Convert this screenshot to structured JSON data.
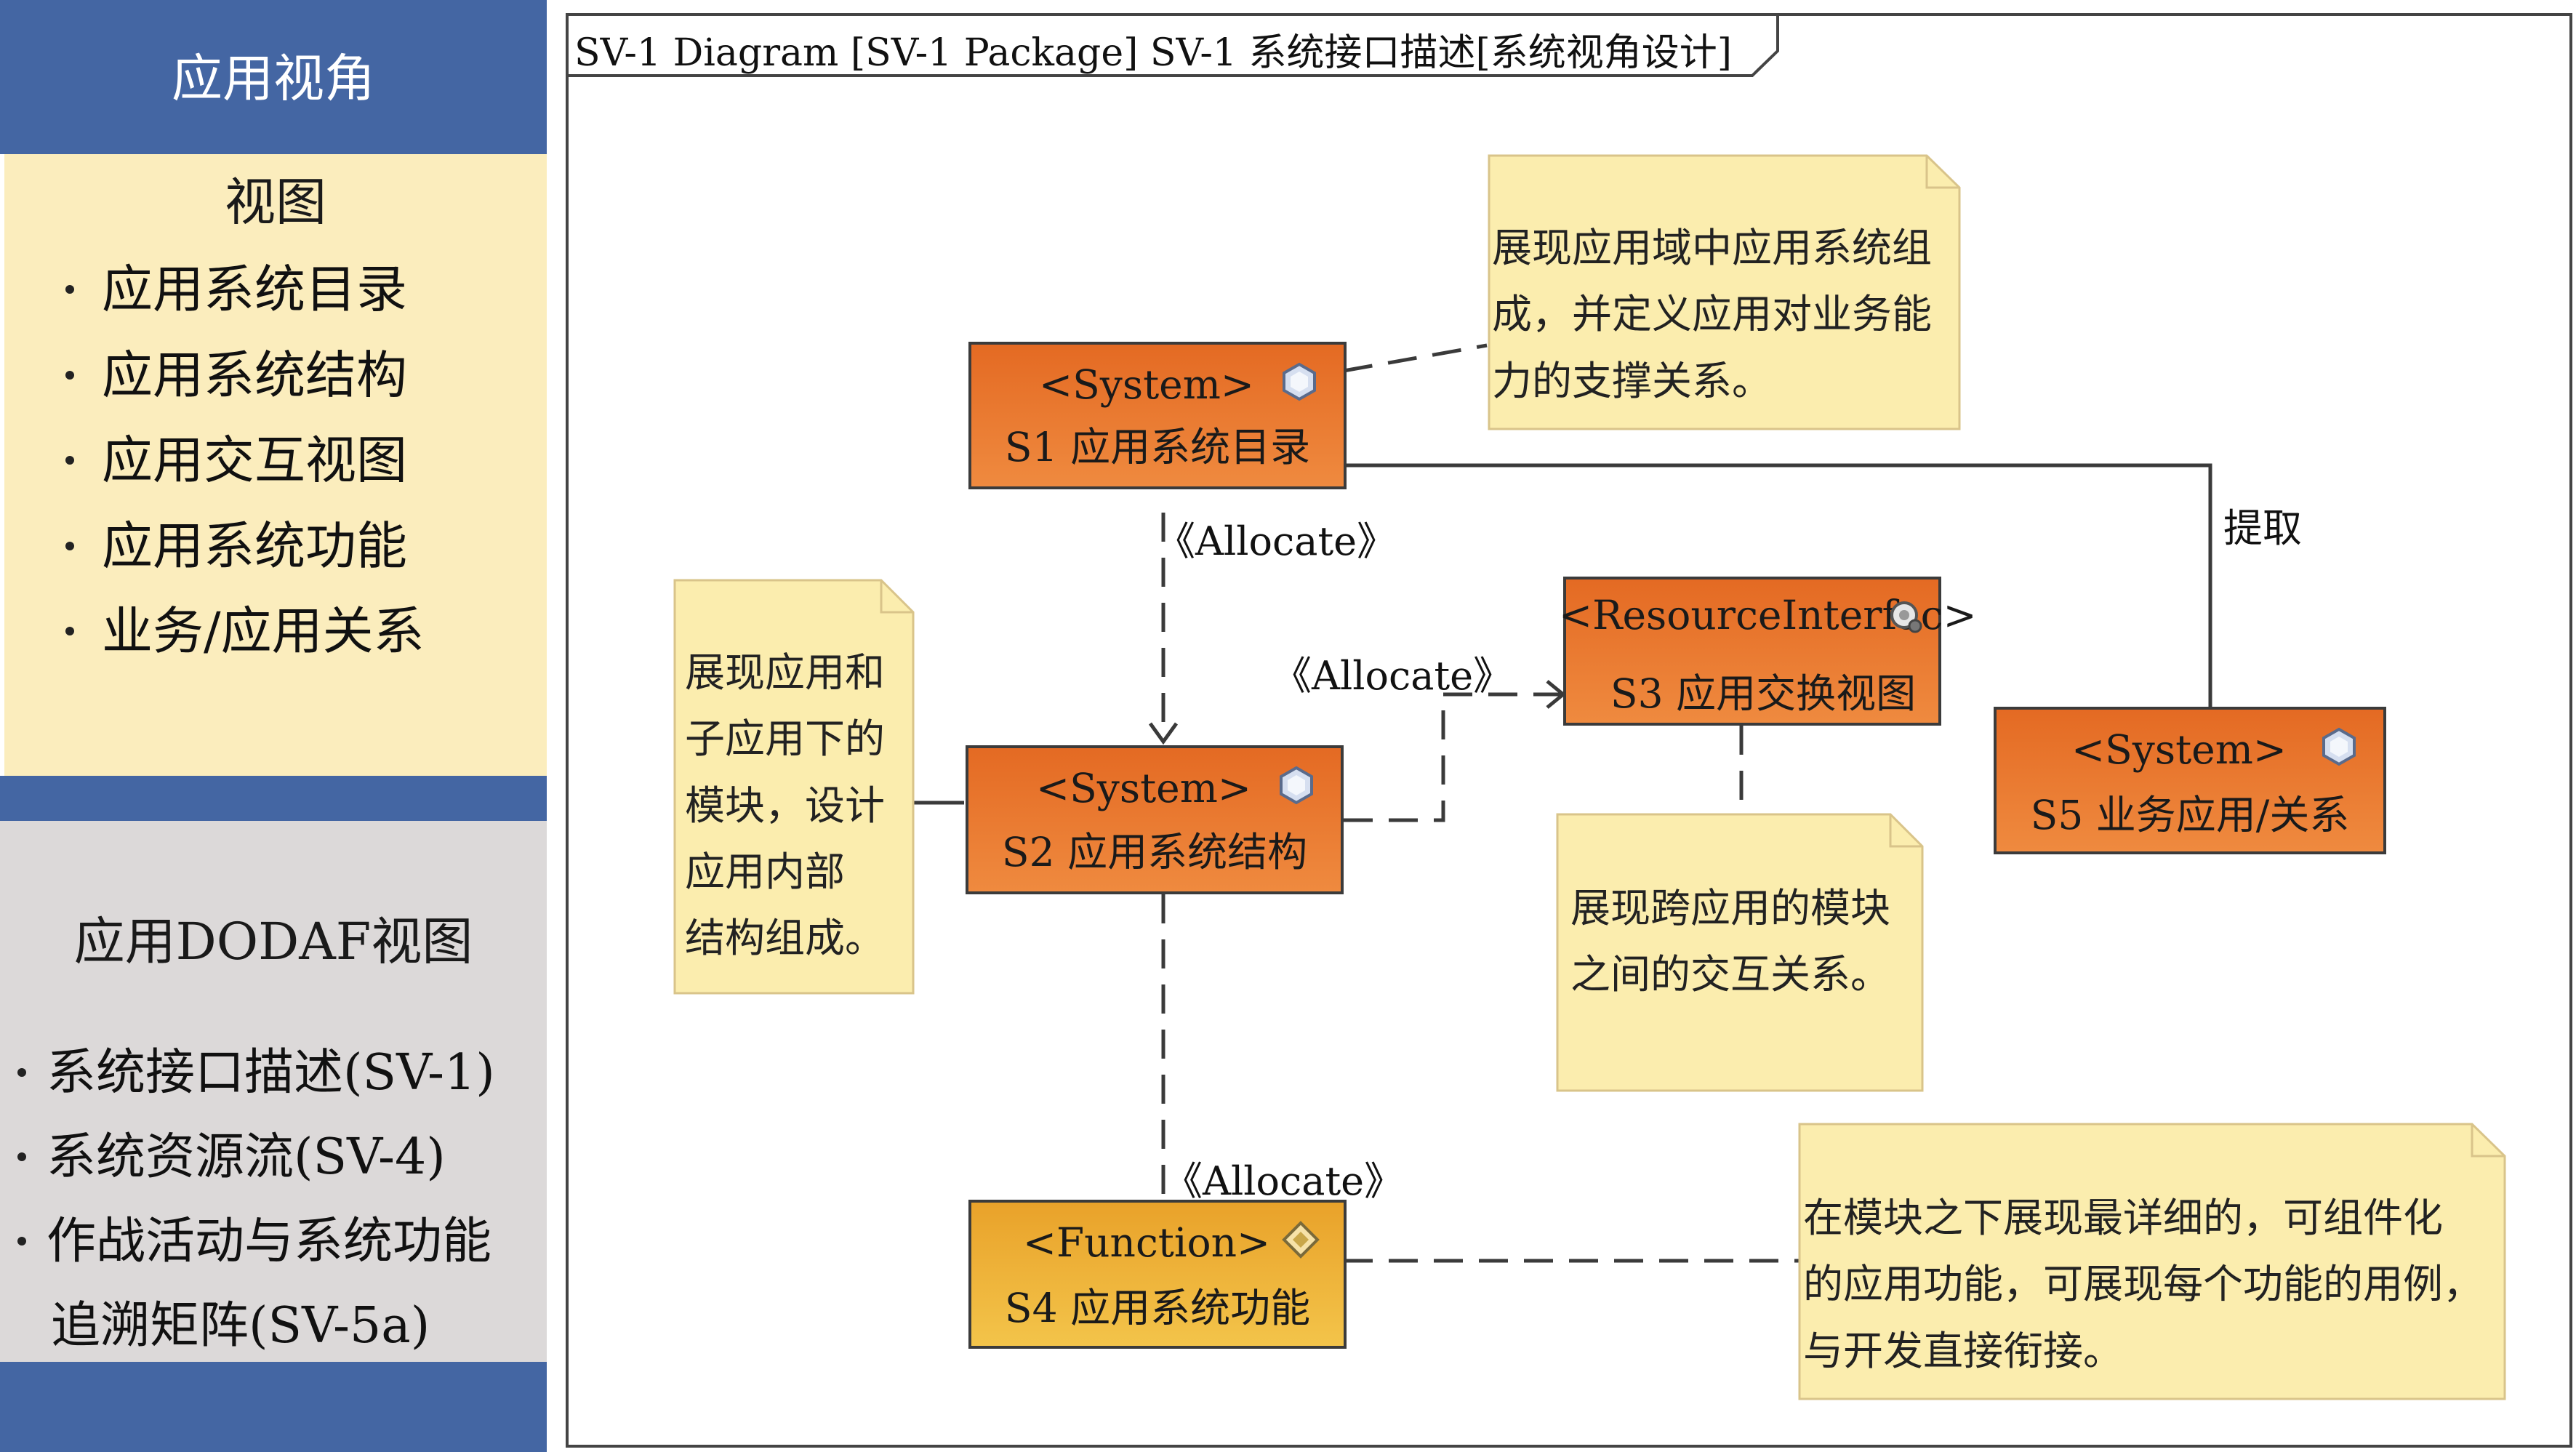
{
  "left_panel": {
    "header": "应用视角",
    "views_title": "视图",
    "views": [
      "应用系统目录",
      "应用系统结构",
      "应用交互视图",
      "应用系统功能",
      "业务/应用关系"
    ],
    "dodaf_title": "应用DODAF视图",
    "dodaf_items": [
      "系统接口描述(SV-1)",
      "系统资源流(SV-4)",
      "作战活动与系统功能",
      "追溯矩阵(SV-5a)"
    ]
  },
  "diagram": {
    "frame_title": "SV-1 Diagram [SV-1 Package] SV-1 系统接口描述[系统视角设计]",
    "blocks": {
      "s1": {
        "stereotype": "<System>",
        "name": "S1 应用系统目录"
      },
      "s2": {
        "stereotype": "<System>",
        "name": "S2 应用系统结构"
      },
      "s3": {
        "stereotype": "<ResourceInterfac>",
        "name": "S3 应用交换视图"
      },
      "s4": {
        "stereotype": "<Function>",
        "name": "S4 应用系统功能"
      },
      "s5": {
        "stereotype": "<System>",
        "name": "S5 业务应用/关系"
      }
    },
    "labels": {
      "allocate_1": "《Allocate》",
      "allocate_2": "《Allocate》",
      "allocate_3": "《Allocate》",
      "extract": "提取"
    },
    "notes": {
      "n1": [
        "展现应用域中应用系统组",
        "成，并定义应用对业务能",
        "力的支撑关系。"
      ],
      "n2": [
        "展现应用和",
        "子应用下的",
        "模块，设计",
        "应用内部",
        "结构组成。"
      ],
      "n3": [
        "展现跨应用的模块",
        "之间的交互关系。"
      ],
      "n4": [
        "在模块之下展现最详细的，可组件化",
        "的应用功能，可展现每个功能的用例，",
        "与开发直接衔接。"
      ]
    },
    "colors": {
      "system_block": "#e46a23",
      "function_block": "#e9a22a",
      "note": "#fbedae",
      "panel_blue": "#4466a3"
    }
  }
}
